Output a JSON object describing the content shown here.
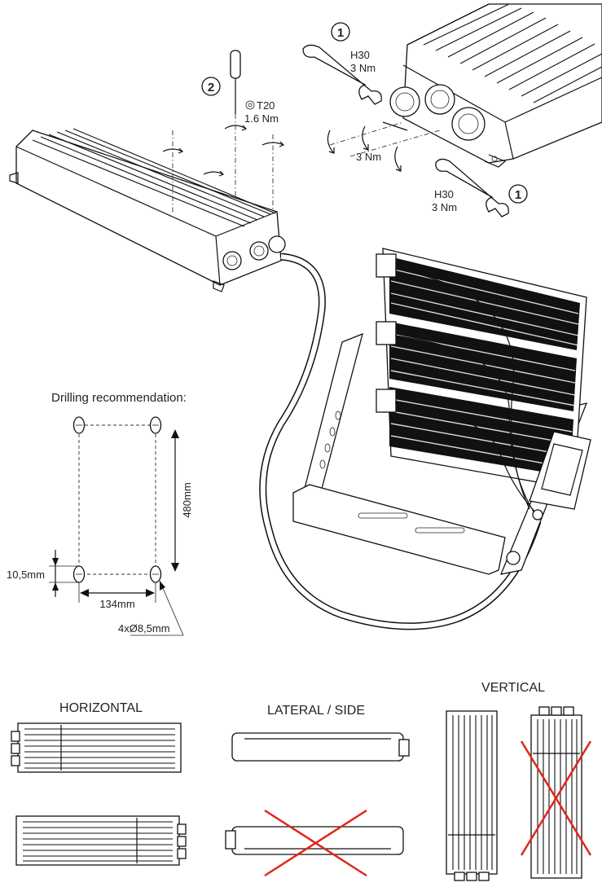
{
  "step_markers": {
    "step1": "1",
    "step2": "2"
  },
  "tools": {
    "wrench_top_size": "H30",
    "wrench_top_torque": "3 Nm",
    "gland_torque": "3 Nm",
    "wrench_bottom_size": "H30",
    "wrench_bottom_torque": "3 Nm",
    "screwdriver_size": "T20",
    "screwdriver_torque": "1.6 Nm"
  },
  "drilling": {
    "title": "Drilling recommendation:",
    "height_label": "480mm",
    "width_label": "134mm",
    "slot_label": "10,5mm",
    "hole_label": "4xØ8,5mm"
  },
  "orientations": {
    "horizontal": "HORIZONTAL",
    "lateral": "LATERAL / SIDE",
    "vertical": "VERTICAL"
  },
  "colors": {
    "line": "#111111",
    "cross": "#e0261b"
  }
}
